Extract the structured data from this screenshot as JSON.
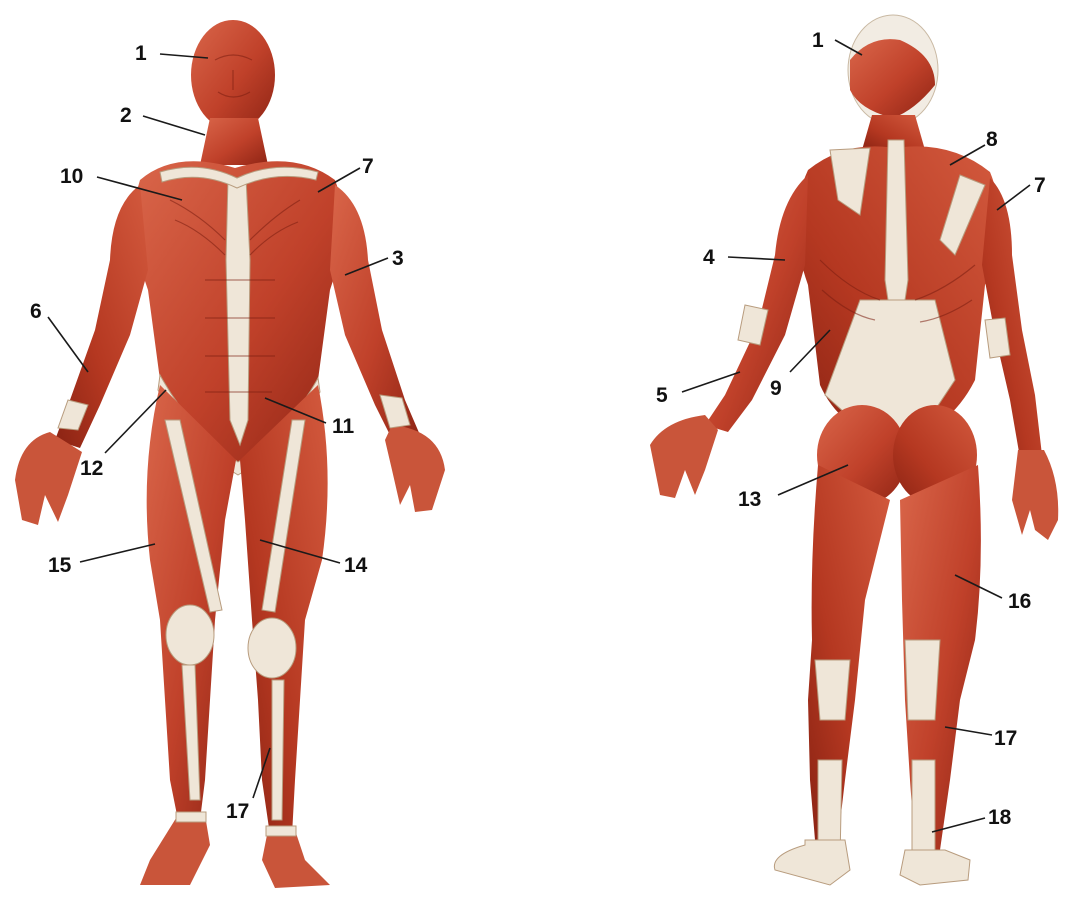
{
  "figure": {
    "views": [
      {
        "id": "anterior"
      },
      {
        "id": "posterior"
      }
    ],
    "labels": {
      "front": [
        "1",
        "2",
        "10",
        "7",
        "3",
        "6",
        "12",
        "11",
        "15",
        "14",
        "17"
      ],
      "back": [
        "1",
        "8",
        "7",
        "4",
        "5",
        "9",
        "13",
        "16",
        "17",
        "18"
      ]
    }
  },
  "colors": {
    "muscle": "#c0412a",
    "muscle_dark": "#8e2414",
    "muscle_light": "#d9664a",
    "tendon": "#efe6d8",
    "background": "#ffffff",
    "label": "#111111"
  }
}
